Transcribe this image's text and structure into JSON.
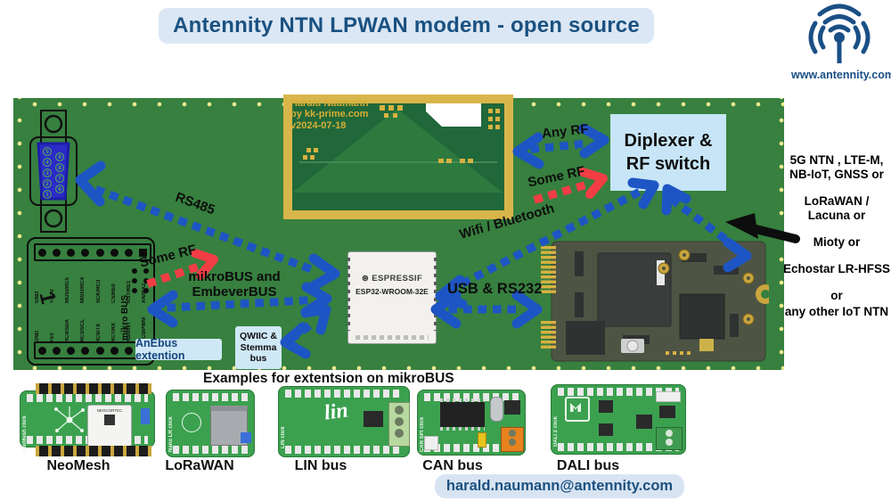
{
  "title": "Antennity NTN LPWAN modem - open source",
  "logo": {
    "site": "www.antennity.com"
  },
  "pcb": {
    "antenna": {
      "credit": [
        "Harald Naumann",
        "by kk-prime.com",
        "v2024-07-18"
      ]
    },
    "diplexer": "Diplexer & RF switch",
    "esp32": {
      "brand": "ESPRESSIF",
      "model": "ESP32-WROOM-32E"
    },
    "mikrobus": {
      "pin1": "1",
      "socket_label": "mikro BUS",
      "top_pins": [
        "GND",
        "+3.3V",
        "MOSI/RC5",
        "MISO/RC4",
        "SCK/RC3",
        "CS/RE0",
        "RST/RE1",
        "AN/RA2"
      ],
      "bottom_pins": [
        "GND",
        "+5V",
        "RC4/SDA",
        "RC3/SCL",
        "RC6/TX",
        "RC7/RX",
        "RB0/INT",
        "RC0/PWM"
      ]
    },
    "db9": {
      "pins": [
        "1",
        "2",
        "3",
        "4",
        "5",
        "6",
        "7",
        "8",
        "9"
      ]
    }
  },
  "connections": {
    "rs485": "RS485",
    "any_rf": "Any RF",
    "some_rf_diplexer": "Some RF",
    "some_rf_mikrobus": "Some RF",
    "wifi_bluetooth": "Wifi / Bluetooth",
    "usb_rs232": "USB & RS232",
    "mikrobus_bus": "mikroBUS and EmbeverBUS"
  },
  "callouts": {
    "anebus": "AnEbus extention",
    "qwiic": "QWIIC & Stemma bus"
  },
  "rf_options": [
    "5G NTN , LTE-M, NB-IoT, GNSS or",
    "LoRaWAN / Lacuna or",
    "Mioty or",
    "Echostar LR-HFSS",
    "or",
    "any other IoT NTN"
  ],
  "extensions": {
    "heading": "Examples for extentsion on mikroBUS",
    "boards": [
      {
        "name": "NeoMesh",
        "silk": "NeoMesh click",
        "module": "NEOCORTEC"
      },
      {
        "name": "LoRaWAN",
        "silk": "Nano LR click"
      },
      {
        "name": "LIN bus",
        "silk": "LIN click",
        "logo": "lin"
      },
      {
        "name": "CAN bus",
        "silk": "CAN SPI click"
      },
      {
        "name": "DALI bus",
        "silk": "DALI 2 click"
      }
    ]
  },
  "contact": "harald.naumann@antennity.com",
  "colors": {
    "bus_arrow_blue": "#1d55c4",
    "rf_arrow_red": "#f23d45",
    "pcb_green": "#37803f",
    "accent_blue": "#1a5181",
    "callout_bg": "#cfe8f6"
  }
}
